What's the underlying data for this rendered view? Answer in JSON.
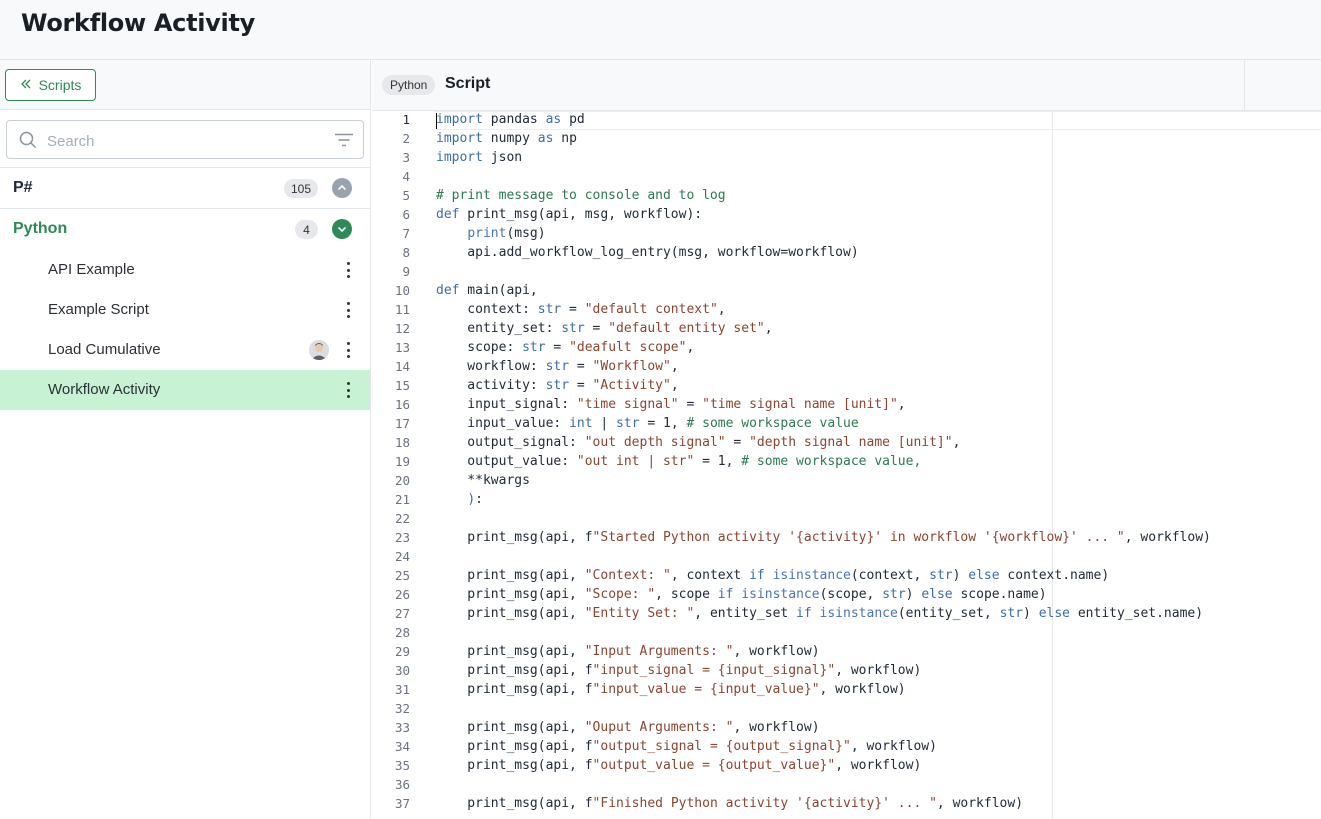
{
  "page": {
    "title": "Workflow Activity"
  },
  "sidebar": {
    "scripts_label": "Scripts",
    "search_placeholder": "Search",
    "groups": [
      {
        "name": "P#",
        "count": "105",
        "expanded": false
      },
      {
        "name": "Python",
        "count": "4",
        "expanded": true
      }
    ],
    "items": [
      {
        "label": "API Example"
      },
      {
        "label": "Example Script"
      },
      {
        "label": "Load Cumulative",
        "has_avatar": true
      },
      {
        "label": "Workflow Activity",
        "active": true
      }
    ]
  },
  "editor": {
    "language": "Python",
    "title": "Script",
    "lines": [
      "import pandas as pd",
      "import numpy as np",
      "import json",
      "",
      "# print message to console and to log",
      "def print_msg(api, msg, workflow):",
      "    print(msg)",
      "    api.add_workflow_log_entry(msg, workflow=workflow)",
      "",
      "def main(api,",
      "    context: str = \"default context\",",
      "    entity_set: str = \"default entity set\",",
      "    scope: str = \"deafult scope\",",
      "    workflow: str = \"Workflow\",",
      "    activity: str = \"Activity\",",
      "    input_signal: \"time signal\" = \"time signal name [unit]\",",
      "    input_value: int | str = 1, # some workspace value",
      "    output_signal: \"out depth signal\" = \"depth signal name [unit]\",",
      "    output_value: \"out int | str\" = 1, # some workspace value,",
      "    **kwargs",
      "    ):",
      "",
      "    print_msg(api, f\"Started Python activity '{activity}' in workflow '{workflow}' ... \", workflow)",
      "",
      "    print_msg(api, \"Context: \", context if isinstance(context, str) else context.name)",
      "    print_msg(api, \"Scope: \", scope if isinstance(scope, str) else scope.name)",
      "    print_msg(api, \"Entity Set: \", entity_set if isinstance(entity_set, str) else entity_set.name)",
      "",
      "    print_msg(api, \"Input Arguments: \", workflow)",
      "    print_msg(api, f\"input_signal = {input_signal}\", workflow)",
      "    print_msg(api, f\"input_value = {input_value}\", workflow)",
      "",
      "    print_msg(api, \"Ouput Arguments: \", workflow)",
      "    print_msg(api, f\"output_signal = {output_signal}\", workflow)",
      "    print_msg(api, f\"output_value = {output_value}\", workflow)",
      "",
      "    print_msg(api, f\"Finished Python activity '{activity}' ... \", workflow)"
    ]
  }
}
